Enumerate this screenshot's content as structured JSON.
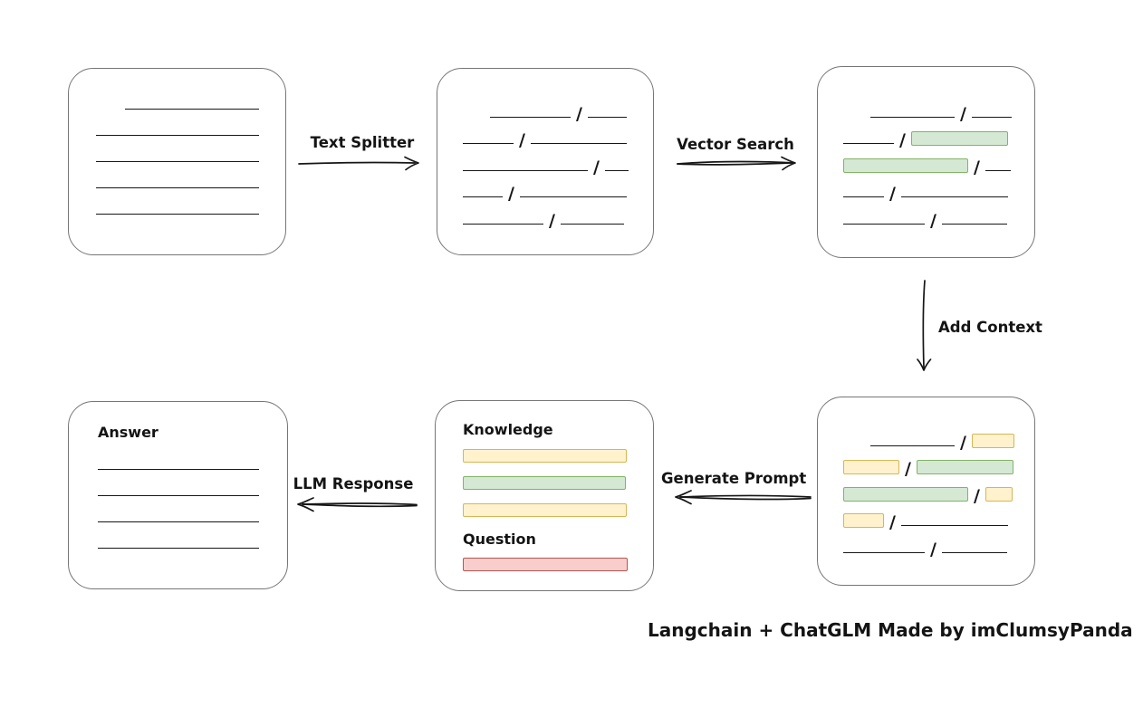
{
  "caption": "Langchain + ChatGLM Made by imClumsyPanda",
  "labels": {
    "text_splitter": "Text Splitter",
    "vector_search": "Vector Search",
    "add_context": "Add Context",
    "generate_prompt": "Generate Prompt",
    "llm_response": "LLM Response"
  },
  "colors": {
    "box_stroke": "#767676",
    "line": "#161616",
    "green_fill": "#d5e8d4",
    "green_stroke": "#82b366",
    "yellow_fill": "#fff2cc",
    "yellow_stroke": "#d6b656",
    "red_fill": "#f8cecc",
    "red_stroke": "#b85450"
  },
  "boxes": {
    "document": {
      "lines": [
        {
          "indent": 62,
          "w": 148
        },
        {
          "indent": 30,
          "w": 180
        },
        {
          "indent": 30,
          "w": 180
        },
        {
          "indent": 30,
          "w": 180
        },
        {
          "indent": 30,
          "w": 180
        }
      ]
    },
    "split": {
      "rows": [
        {
          "indent": 58,
          "items": [
            {
              "kind": "line",
              "w": 89
            },
            {
              "kind": "line",
              "w": 43
            }
          ]
        },
        {
          "indent": 28,
          "items": [
            {
              "kind": "line",
              "w": 56
            },
            {
              "kind": "line",
              "w": 106
            }
          ]
        },
        {
          "indent": 28,
          "items": [
            {
              "kind": "line",
              "w": 138
            },
            {
              "kind": "line",
              "w": 26
            }
          ]
        },
        {
          "indent": 28,
          "items": [
            {
              "kind": "line",
              "w": 44
            },
            {
              "kind": "line",
              "w": 118
            }
          ]
        },
        {
          "indent": 28,
          "items": [
            {
              "kind": "line",
              "w": 89
            },
            {
              "kind": "line",
              "w": 70
            }
          ]
        }
      ]
    },
    "vector": {
      "rows": [
        {
          "indent": 58,
          "items": [
            {
              "kind": "line",
              "w": 93
            },
            {
              "kind": "line",
              "w": 44
            }
          ]
        },
        {
          "indent": 28,
          "items": [
            {
              "kind": "line",
              "w": 56
            },
            {
              "kind": "green",
              "w": 107
            }
          ]
        },
        {
          "indent": 28,
          "items": [
            {
              "kind": "green",
              "w": 138
            },
            {
              "kind": "line",
              "w": 28
            }
          ]
        },
        {
          "indent": 28,
          "items": [
            {
              "kind": "line",
              "w": 45
            },
            {
              "kind": "line",
              "w": 118
            }
          ]
        },
        {
          "indent": 28,
          "items": [
            {
              "kind": "line",
              "w": 90
            },
            {
              "kind": "line",
              "w": 72
            }
          ]
        }
      ]
    },
    "context": {
      "rows": [
        {
          "indent": 58,
          "items": [
            {
              "kind": "line",
              "w": 93
            },
            {
              "kind": "yellow",
              "w": 47
            }
          ]
        },
        {
          "indent": 28,
          "items": [
            {
              "kind": "yellow",
              "w": 62
            },
            {
              "kind": "green",
              "w": 107
            }
          ]
        },
        {
          "indent": 28,
          "items": [
            {
              "kind": "green",
              "w": 138
            },
            {
              "kind": "yellow",
              "w": 30
            }
          ]
        },
        {
          "indent": 28,
          "items": [
            {
              "kind": "yellow",
              "w": 45
            },
            {
              "kind": "line",
              "w": 118
            }
          ]
        },
        {
          "indent": 28,
          "items": [
            {
              "kind": "line",
              "w": 90
            },
            {
              "kind": "line",
              "w": 72
            }
          ]
        }
      ]
    },
    "prompt": {
      "knowledge_label": "Knowledge",
      "question_label": "Question",
      "knowledge_bars": [
        {
          "color": "yellow",
          "w": 181
        },
        {
          "color": "green",
          "w": 180
        },
        {
          "color": "yellow",
          "w": 181
        }
      ],
      "question_bars": [
        {
          "color": "red",
          "w": 182
        }
      ]
    },
    "answer": {
      "label": "Answer",
      "lines": [
        {
          "indent": 32,
          "w": 178
        },
        {
          "indent": 32,
          "w": 178
        },
        {
          "indent": 32,
          "w": 178
        },
        {
          "indent": 32,
          "w": 178
        }
      ]
    }
  }
}
